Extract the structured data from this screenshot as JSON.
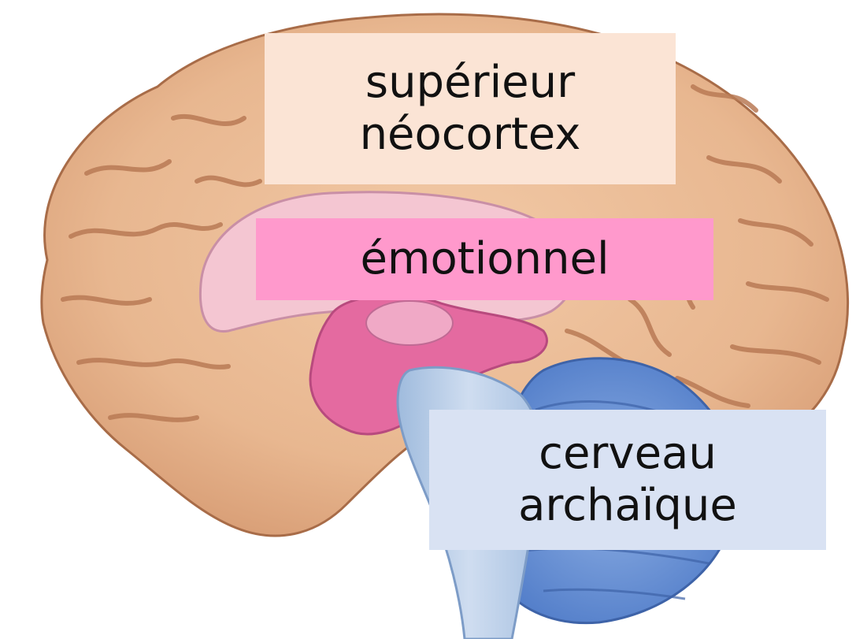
{
  "labels": {
    "neocortex": {
      "line1": "supérieur",
      "line2": "néocortex",
      "background": "#FBE4D5"
    },
    "limbic": {
      "text": "émotionnel",
      "background": "#FF99CC"
    },
    "reptilian": {
      "line1": "cerveau",
      "line2": "archaïque",
      "background": "#D9E2F3"
    }
  },
  "colors": {
    "cortex": "#E8B790",
    "cortex_fold": "#B97A55",
    "limbic": "#E46AA0",
    "limbic_light": "#F4C6D2",
    "brainstem": "#B9CFE8",
    "cerebellum": "#6A93D6"
  }
}
